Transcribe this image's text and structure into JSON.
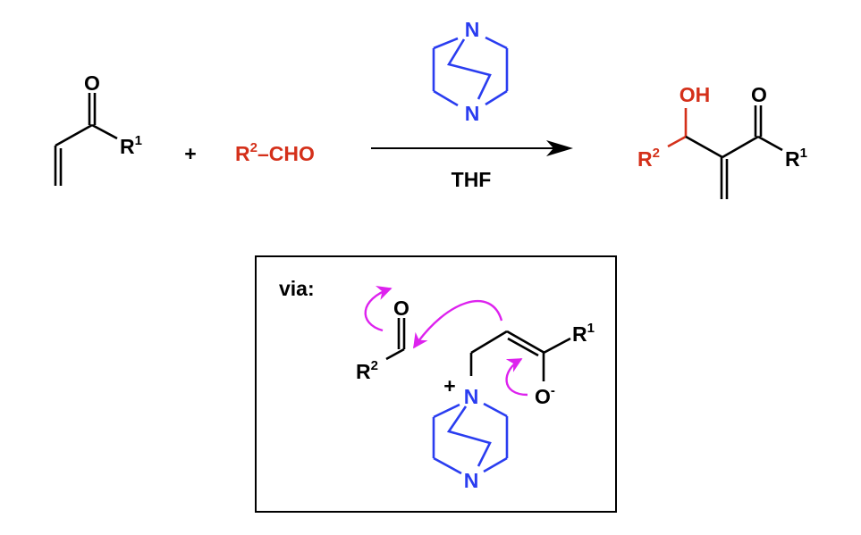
{
  "reaction": {
    "reactant1": {
      "carbonyl_O": "O",
      "substituent": "R",
      "substituent_sup": "1"
    },
    "plus": "+",
    "reactant2": {
      "r": "R",
      "r_sup": "2",
      "rest": "–CHO"
    },
    "catalyst": {
      "n_top": "N",
      "n_bottom": "N"
    },
    "solvent": "THF",
    "product": {
      "oh": "OH",
      "carbonyl_O": "O",
      "r1": "R",
      "r1_sup": "1",
      "r2": "R",
      "r2_sup": "2"
    }
  },
  "mechanism_box": {
    "label": "via:",
    "aldehyde": {
      "O": "O",
      "r": "R",
      "r_sup": "2"
    },
    "enolate": {
      "n_plus_charge": "+",
      "n_top": "N",
      "n_bottom": "N",
      "O": "O",
      "O_charge": "-",
      "r": "R",
      "r_sup": "1"
    }
  },
  "colors": {
    "black": "#000000",
    "red": "#d4301a",
    "blue": "#2a3df0",
    "arrow_magenta": "#dd22ee"
  }
}
